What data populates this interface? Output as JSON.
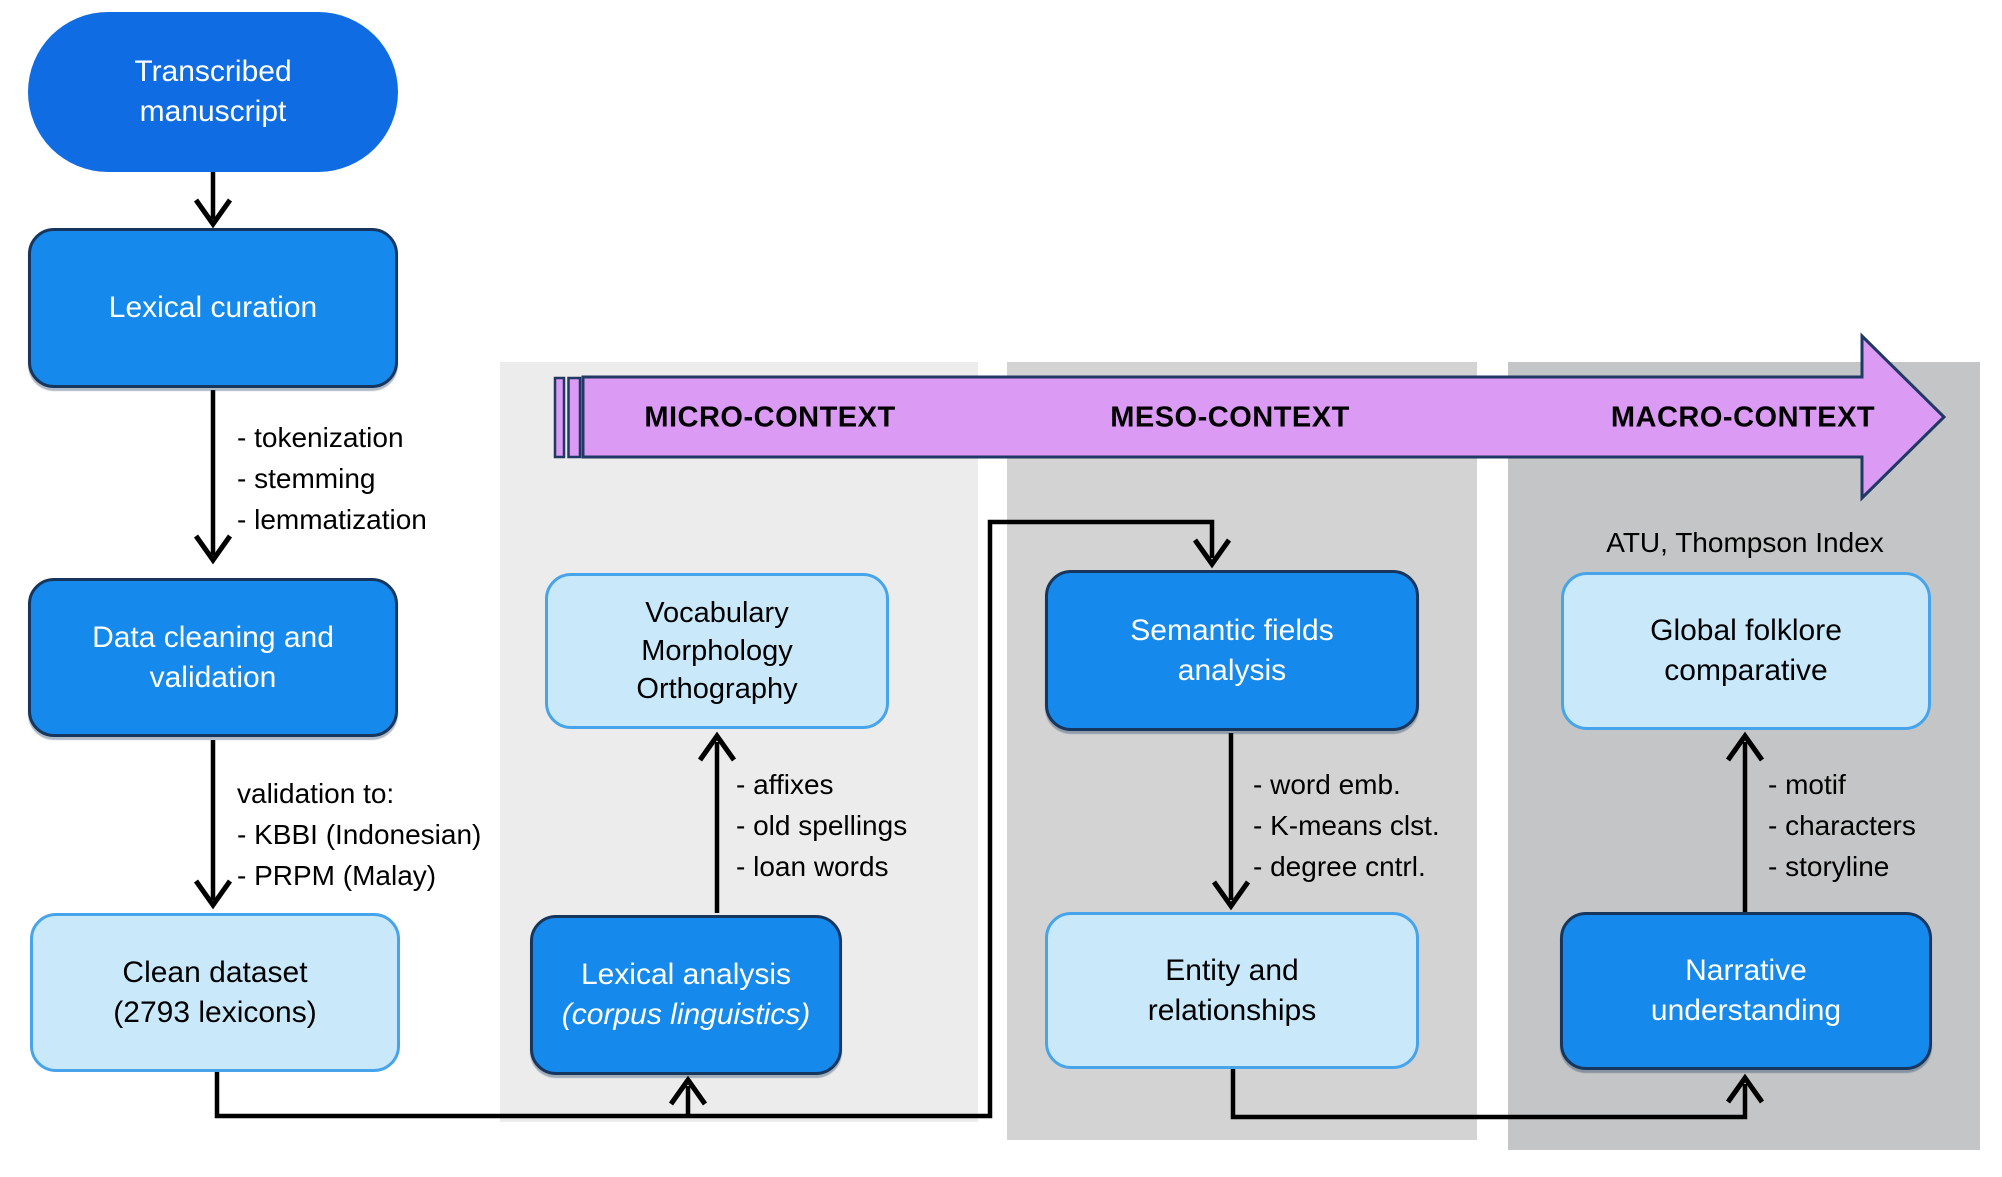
{
  "nodes": {
    "transcribed": "Transcribed\nmanuscript",
    "lexical_curation": "Lexical curation",
    "data_cleaning": "Data cleaning and\nvalidation",
    "clean_dataset": "Clean dataset\n(2793 lexicons)",
    "vocabulary": "Vocabulary\nMorphology\nOrthography",
    "lexical_analysis_line1": "Lexical analysis",
    "lexical_analysis_line2": "(corpus linguistics)",
    "semantic_fields": "Semantic fields\nanalysis",
    "entity": "Entity and\nrelationships",
    "global_folklore": "Global folklore\ncomparative",
    "narrative": "Narrative\nunderstanding"
  },
  "annotations": {
    "curation_steps": "- tokenization\n- stemming\n- lemmatization",
    "validation": "validation to:\n- KBBI (Indonesian)\n- PRPM (Malay)",
    "lexical_features": "- affixes\n- old spellings\n- loan words",
    "semantic_methods": "- word emb.\n- K-means clst.\n- degree cntrl.",
    "narrative_features": "- motif\n- characters\n- storyline",
    "atu_index": "ATU, Thompson Index"
  },
  "context_bands": {
    "micro": "MICRO-CONTEXT",
    "meso": "MESO-CONTEXT",
    "macro": "MACRO-CONTEXT"
  },
  "colors": {
    "stadium_blue": "#0F6CE2",
    "process_blue": "#1589EC",
    "process_border": "#17365D",
    "result_light_blue": "#C9E9FB",
    "result_border": "#47A4EB",
    "band_purple": "#DB9AF3",
    "band_border": "#1F3864",
    "panel_micro": "#ECECEC",
    "panel_meso": "#D3D3D4",
    "panel_macro": "#C4C5C6",
    "connector_black": "#000000"
  }
}
